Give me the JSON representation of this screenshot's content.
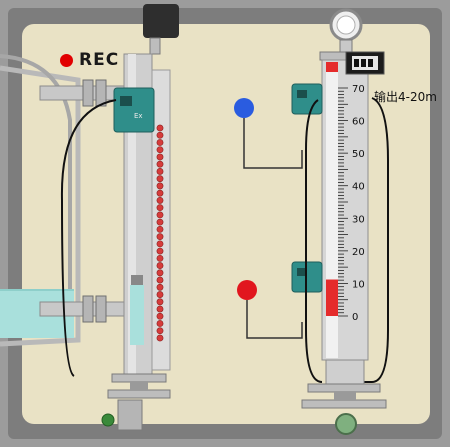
{
  "recording": {
    "label": "REC",
    "color": "#e10000"
  },
  "transmitter": {
    "output_label": "输出4-20m"
  },
  "left_gauge": {
    "float_magnet_count": 30,
    "liquid_color": "#a9e0dc"
  },
  "right_gauge": {
    "scale_ticks": [
      "70",
      "60",
      "50",
      "40",
      "30",
      "20",
      "10",
      "0"
    ],
    "fill_color": "#e52b2b",
    "fill_level": 0.16
  },
  "sensors": {
    "upper_ball_color": "#2a5ce0",
    "lower_ball_color": "#e1161e"
  },
  "colors": {
    "background": "#e9e2c5",
    "frame": "#6a6a6a",
    "teal_box": "#2f8e8a",
    "red_bead": "#d63c3c"
  },
  "icons": {
    "pressure_gauge": "pressure-gauge-icon",
    "valve": "valve-icon"
  }
}
